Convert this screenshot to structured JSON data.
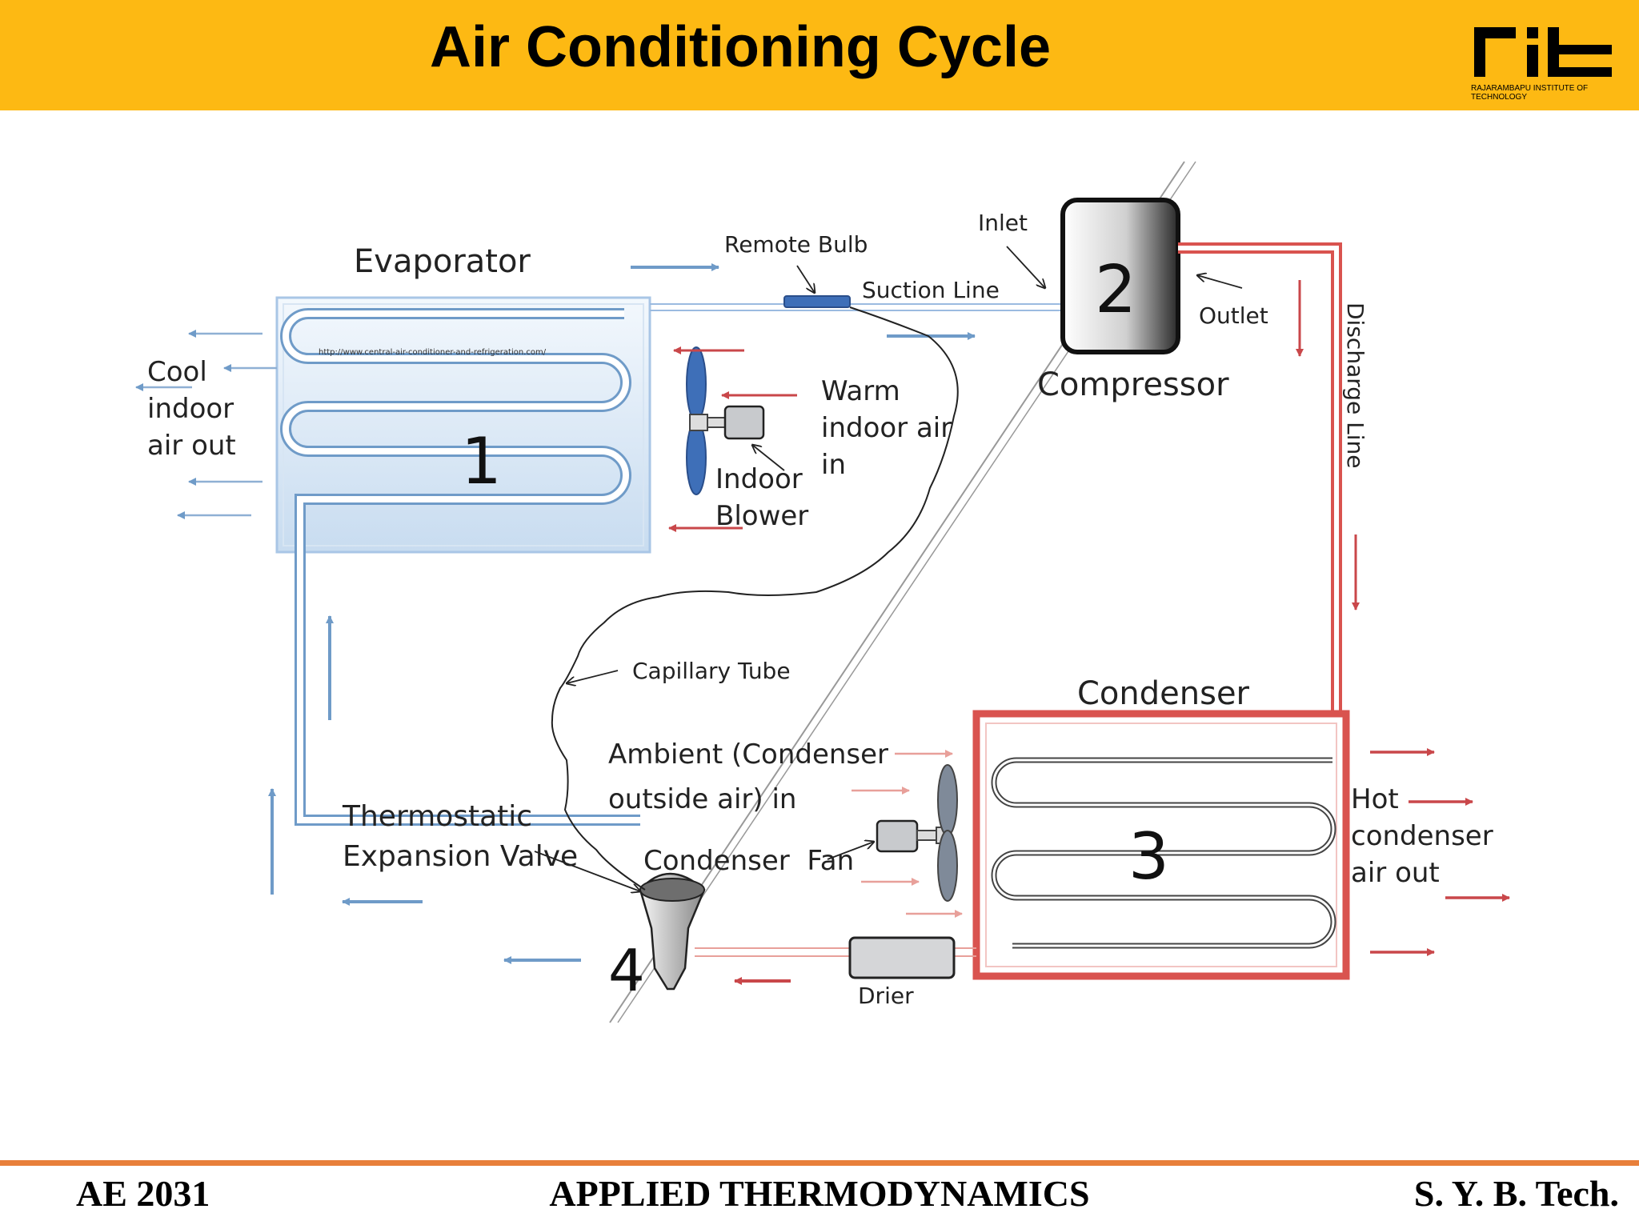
{
  "header": {
    "title": "Air Conditioning Cycle",
    "logo_text": "RAJARAMBAPU INSTITUTE OF TECHNOLOGY"
  },
  "diagram": {
    "components": {
      "evaporator": "Evaporator",
      "evaporator_number": "1",
      "evaporator_url": "http://www.central-air-conditioner-and-refrigeration.com/",
      "compressor": "Compressor",
      "compressor_number": "2",
      "condenser": "Condenser",
      "condenser_number": "3",
      "expansion_valve_number": "4",
      "drier": "Drier"
    },
    "labels": {
      "remote_bulb": "Remote Bulb",
      "suction_line": "Suction Line",
      "inlet": "Inlet",
      "outlet": "Outlet",
      "discharge_line": "Discharge Line",
      "capillary_tube": "Capillary Tube",
      "cool_air": [
        "Cool",
        "indoor",
        "air out"
      ],
      "warm_air": [
        "Warm",
        "indoor air",
        "in"
      ],
      "indoor_blower": [
        "Indoor",
        "Blower"
      ],
      "ambient_air": [
        "Ambient (Condenser",
        "outside air) in"
      ],
      "condenser_fan": "Condenser  Fan",
      "hot_air": [
        "Hot",
        "condenser",
        "air out"
      ],
      "expansion_valve": [
        "Thermostatic",
        "Expansion Valve"
      ]
    },
    "colors": {
      "cold_line": "#6f9bc8",
      "hot_line": "#d9534f",
      "header_bg": "#fdb913",
      "footer_line": "#e87f3a"
    }
  },
  "footer": {
    "course_code": "AE 2031",
    "course_name": "APPLIED THERMODYNAMICS",
    "year": "S. Y. B. Tech."
  }
}
